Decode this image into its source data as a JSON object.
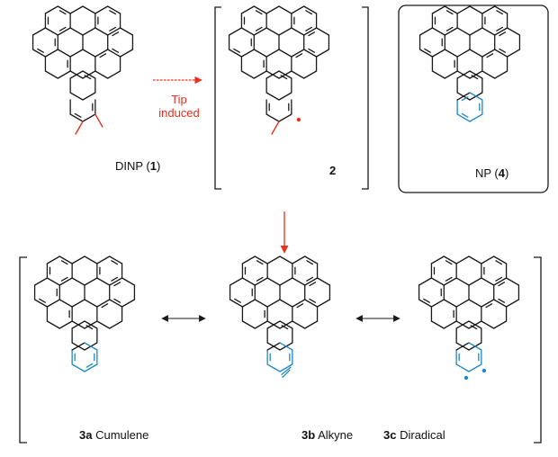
{
  "colors": {
    "ink": "#1a1a1a",
    "highlight": "#1e88c8",
    "reaction": "#e8311d"
  },
  "step": {
    "line1": "Tip",
    "line2": "induced"
  },
  "compounds": [
    {
      "id": "dinp",
      "label_pre": "DINP (",
      "number": "1",
      "label_post": ")"
    },
    {
      "id": "int",
      "number": "2"
    },
    {
      "id": "np",
      "label_pre": "NP (",
      "number": "4",
      "label_post": ")"
    },
    {
      "id": "cum",
      "number": "3a",
      "name": "Cumulene"
    },
    {
      "id": "alk",
      "number": "3b",
      "name": "Alkyne"
    },
    {
      "id": "dir",
      "number": "3c",
      "name": "Diradical"
    }
  ]
}
